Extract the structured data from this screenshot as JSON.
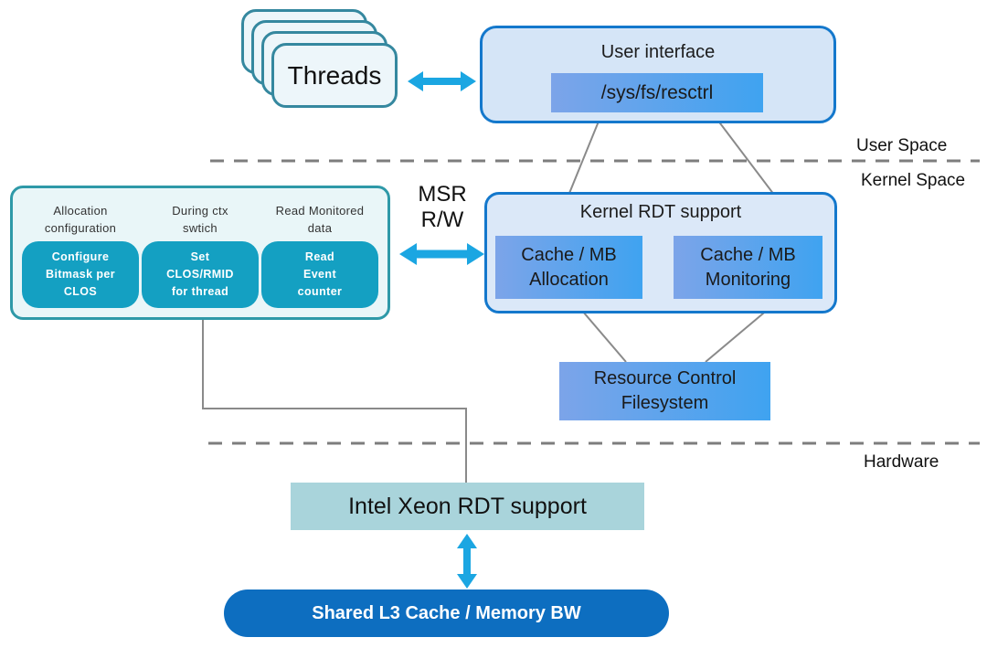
{
  "regions": {
    "user_space": "User Space",
    "kernel_space": "Kernel Space",
    "hardware": "Hardware"
  },
  "threads": {
    "label": "Threads"
  },
  "user_interface": {
    "title": "User interface",
    "path_label": "/sys/fs/resctrl"
  },
  "msr_label": "MSR\nR/W",
  "os_controls": {
    "columns": [
      {
        "heading": "Allocation\nconfiguration",
        "action": "Configure\nBitmask per\nCLOS"
      },
      {
        "heading": "During ctx\nswtich",
        "action": "Set\nCLOS/RMID\nfor thread"
      },
      {
        "heading": "Read Monitored\ndata",
        "action": "Read\nEvent\ncounter"
      }
    ]
  },
  "kernel_rdt": {
    "title": "Kernel RDT support",
    "allocation": "Cache / MB\nAllocation",
    "monitoring": "Cache / MB\nMonitoring"
  },
  "resource_control_fs": "Resource Control\nFilesystem",
  "hardware_layer": {
    "xeon": "Intel Xeon RDT support",
    "shared_resource": "Shared L3 Cache / Memory BW"
  },
  "colors": {
    "arrow-cyan": "#1ba6e2",
    "blue-border": "#1478cc",
    "ui-fill": "#d5e5f7",
    "kernel-fill": "#dbe8f8",
    "teal-border": "#2e99a8",
    "teal-fill": "#e9f6f8",
    "action-teal": "#14a0c2",
    "grad-left": "#7ca4e9",
    "grad-right": "#3fa3f0",
    "xeon-fill": "#a9d4db",
    "l3-fill": "#0d6ec0",
    "line-gray": "#8a8a8a",
    "dash-gray": "#7d7d7d",
    "threads-border": "#35889f",
    "threads-fill": "#edf6fa"
  }
}
